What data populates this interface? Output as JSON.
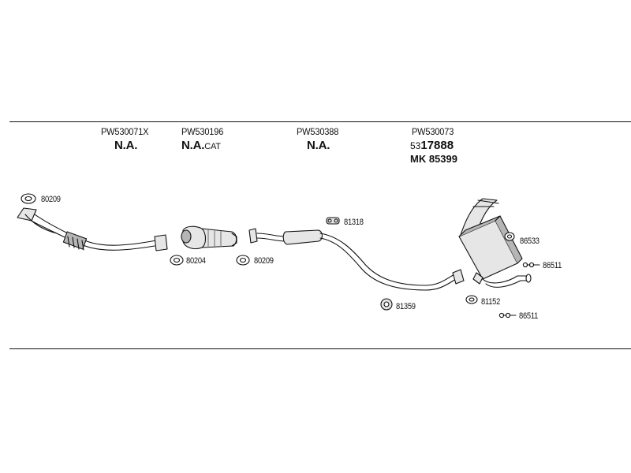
{
  "header": {
    "col1": {
      "part": "PW530071X",
      "status": "N.A."
    },
    "col2": {
      "part": "PW530196",
      "status": "N.A.",
      "suffix": "CAT"
    },
    "col3": {
      "part": "PW530388",
      "status": "N.A."
    },
    "col4": {
      "part": "PW530073",
      "code_prefix": "53",
      "code_main": "17888",
      "mk": "MK 85399"
    }
  },
  "callouts": {
    "c80209a": "80209",
    "c80204": "80204",
    "c80209b": "80209",
    "c81318": "81318",
    "c81359": "81359",
    "c86533": "86533",
    "c86511a": "86511",
    "c81152": "81152",
    "c86511b": "86511"
  },
  "colors": {
    "ink": "#111111",
    "fill": "#e6e6e6",
    "shade": "#b5b5b5"
  }
}
